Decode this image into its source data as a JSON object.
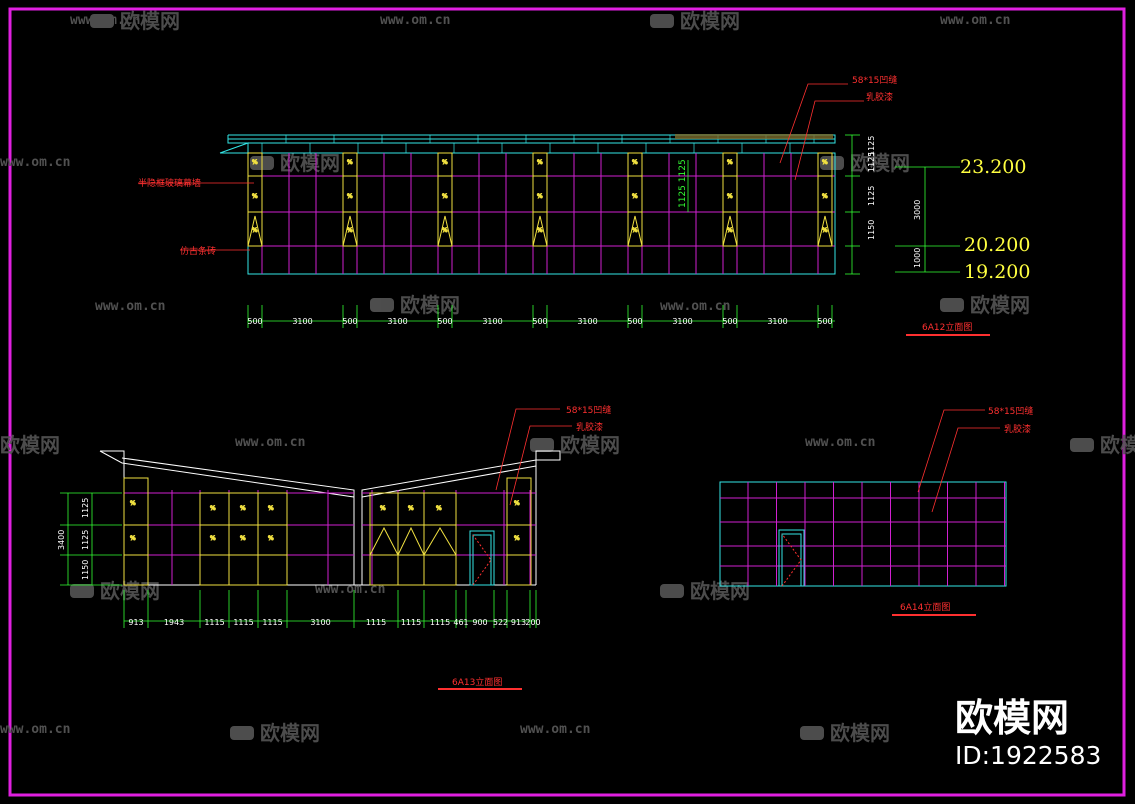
{
  "watermark": {
    "site": "www.om.cn",
    "logo": "欧模网"
  },
  "brand": {
    "name": "欧模网",
    "id_text": "ID:1922583"
  },
  "colors": {
    "background": "#000000",
    "border": "#e020e0",
    "cyan": "#33e6e6",
    "magenta": "#d020d0",
    "yellow": "#f0e040",
    "red": "#ff3030",
    "green": "#33ff33",
    "dim_white": "#ffffff"
  },
  "elevation_a12": {
    "title": "6A12立面图",
    "notes": {
      "groove": "58*15凹缝",
      "paint": "乳胶漆",
      "glass_curtain": "半隐框玻璃幕墙",
      "brick": "仿古条砖"
    },
    "levels": [
      "23.200",
      "20.200",
      "19.200"
    ],
    "vertical_dims": [
      "1125",
      "1125",
      "1150",
      "3000",
      "1000"
    ],
    "middle_note": "1125 1125",
    "horizontal_dims": [
      "500",
      "3100",
      "500",
      "3100",
      "500",
      "3100",
      "500",
      "3100",
      "500",
      "3100",
      "500",
      "3100",
      "500"
    ]
  },
  "elevation_a13": {
    "title": "6A13立面图",
    "notes": {
      "groove": "58*15凹缝",
      "paint": "乳胶漆"
    },
    "vertical_dims": [
      "1125",
      "1125",
      "1150",
      "3400"
    ],
    "horizontal_dims": [
      "913",
      "1943",
      "1115",
      "1115",
      "1115",
      "3100",
      "1115",
      "1115",
      "1115",
      "461",
      "900",
      "522",
      "913",
      "200"
    ]
  },
  "elevation_a14": {
    "title": "6A14立面图",
    "notes": {
      "groove": "58*15凹缝",
      "paint": "乳胶漆"
    }
  }
}
